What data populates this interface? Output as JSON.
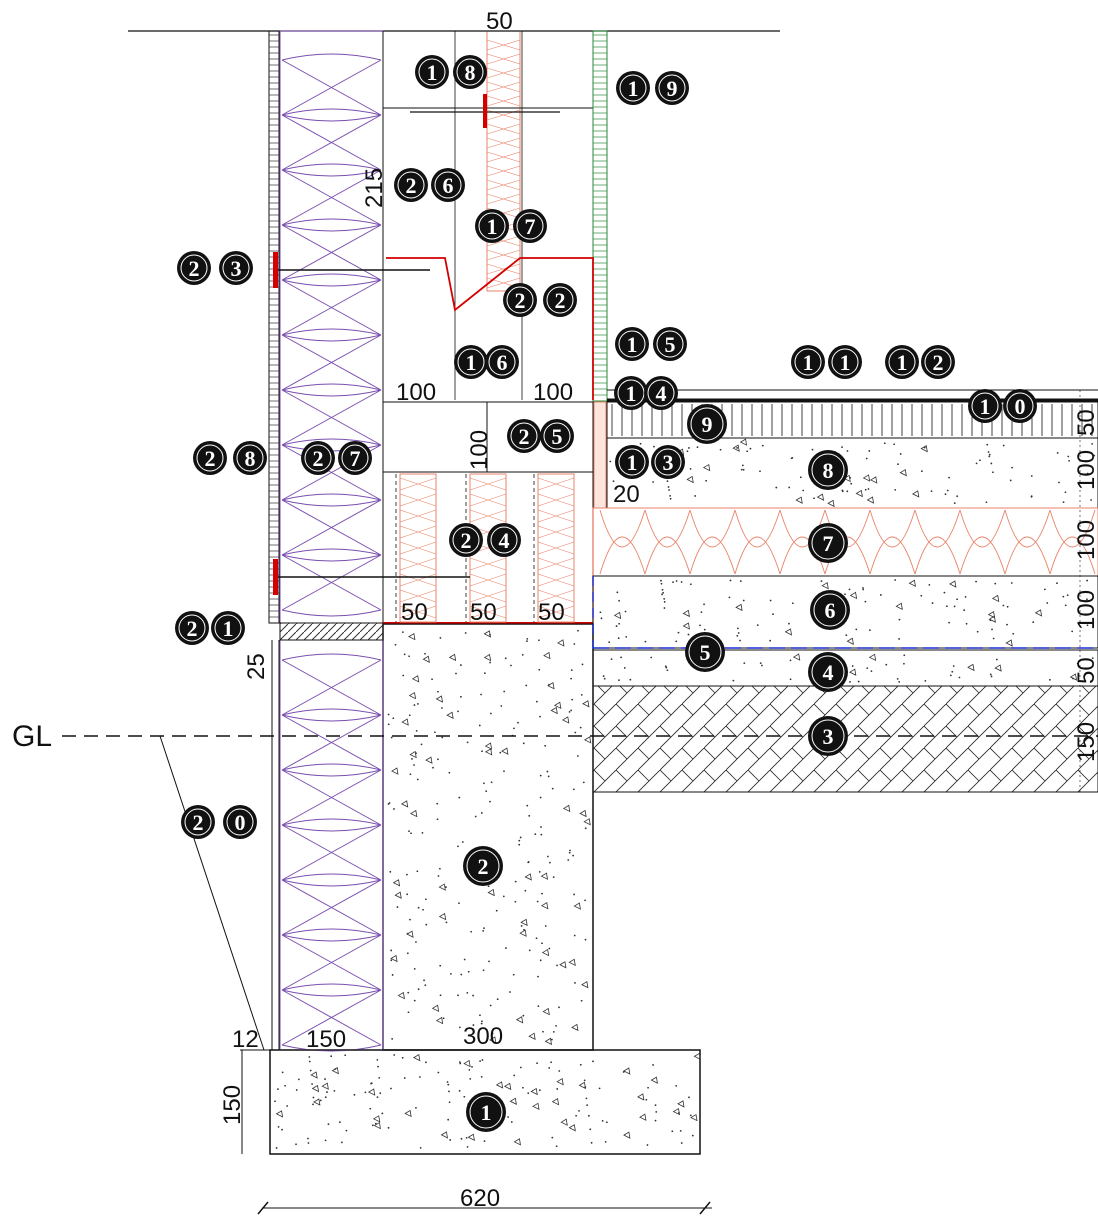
{
  "ground_level_label": "GL",
  "dimensions": {
    "top_cavity": "50",
    "wall_height": "215",
    "rail_left": "100",
    "rail_right": "100",
    "rail_height": "100",
    "gap_20": "20",
    "stud_1": "50",
    "stud_2": "50",
    "stud_3": "50",
    "plinth_25": "25",
    "board_12": "12",
    "insulation_150": "150",
    "foundation_wall_300": "300",
    "footing_150": "150",
    "footing_620": "620",
    "floor_layer_50_top": "50",
    "floor_layer_100_a": "100",
    "floor_layer_100_b": "100",
    "floor_layer_100_c": "100",
    "floor_layer_50_bottom": "50",
    "floor_layer_150": "150"
  },
  "markers": [
    {
      "id": "1",
      "digits": [
        "1"
      ]
    },
    {
      "id": "2",
      "digits": [
        "2"
      ]
    },
    {
      "id": "3",
      "digits": [
        "3"
      ]
    },
    {
      "id": "4",
      "digits": [
        "4"
      ]
    },
    {
      "id": "5",
      "digits": [
        "5"
      ]
    },
    {
      "id": "6",
      "digits": [
        "6"
      ]
    },
    {
      "id": "7",
      "digits": [
        "7"
      ]
    },
    {
      "id": "8",
      "digits": [
        "8"
      ]
    },
    {
      "id": "9",
      "digits": [
        "9"
      ]
    },
    {
      "id": "10",
      "digits": [
        "1",
        "0"
      ]
    },
    {
      "id": "11",
      "digits": [
        "1",
        "1"
      ]
    },
    {
      "id": "12",
      "digits": [
        "1",
        "2"
      ]
    },
    {
      "id": "13",
      "digits": [
        "1",
        "3"
      ]
    },
    {
      "id": "14",
      "digits": [
        "1",
        "4"
      ]
    },
    {
      "id": "15",
      "digits": [
        "1",
        "5"
      ]
    },
    {
      "id": "16",
      "digits": [
        "1",
        "6"
      ]
    },
    {
      "id": "17",
      "digits": [
        "1",
        "7"
      ]
    },
    {
      "id": "18",
      "digits": [
        "1",
        "8"
      ]
    },
    {
      "id": "19",
      "digits": [
        "1",
        "9"
      ]
    },
    {
      "id": "20",
      "digits": [
        "2",
        "0"
      ]
    },
    {
      "id": "21",
      "digits": [
        "2",
        "1"
      ]
    },
    {
      "id": "22",
      "digits": [
        "2",
        "2"
      ]
    },
    {
      "id": "23",
      "digits": [
        "2",
        "3"
      ]
    },
    {
      "id": "24",
      "digits": [
        "2",
        "4"
      ]
    },
    {
      "id": "25",
      "digits": [
        "2",
        "5"
      ]
    },
    {
      "id": "26",
      "digits": [
        "2",
        "6"
      ]
    },
    {
      "id": "27",
      "digits": [
        "2",
        "7"
      ]
    },
    {
      "id": "28",
      "digits": [
        "2",
        "8"
      ]
    }
  ],
  "colors": {
    "line": "#111111",
    "insulation_wall": "#7a4fb0",
    "insulation_soft": "#e8836a",
    "seal_red": "#d40000",
    "membrane_blue": "#1a2fd0",
    "cladding_green": "#2a8a3a",
    "marker_fill": "#111111"
  }
}
